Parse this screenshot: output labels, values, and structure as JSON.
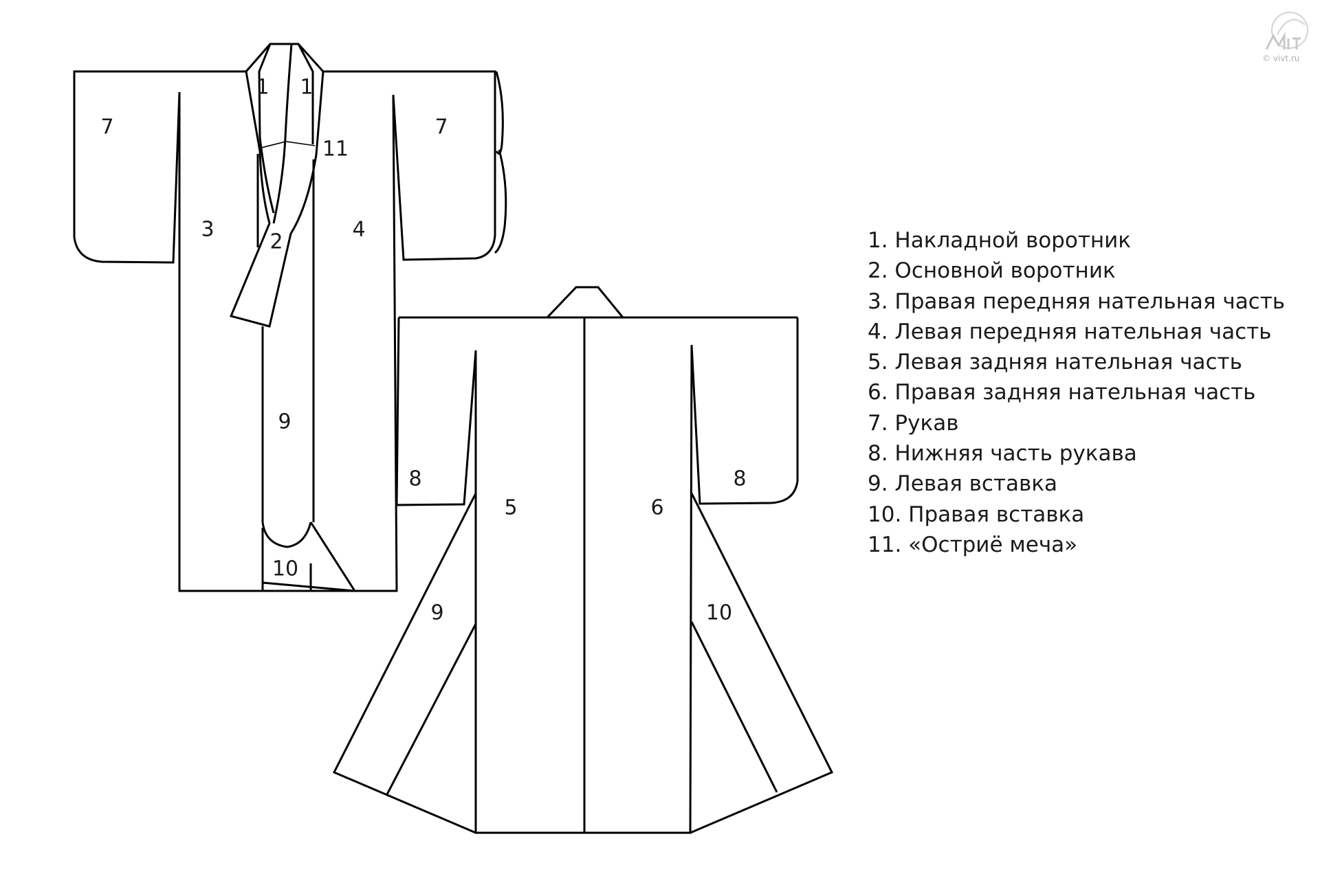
{
  "diagram": {
    "front": {
      "labels": {
        "sleeve_left": "7",
        "sleeve_right": "7",
        "collar_left": "1",
        "collar_right": "1",
        "sword_tip": "11",
        "right_front": "3",
        "main_collar": "2",
        "left_front": "4",
        "left_insert": "9",
        "right_insert": "10"
      }
    },
    "back": {
      "labels": {
        "left_back": "5",
        "right_back": "6",
        "sleeve_bottom_left": "8",
        "sleeve_bottom_right": "8",
        "left_insert": "9",
        "right_insert": "10"
      }
    }
  },
  "legend": {
    "items": [
      "1. Накладной воротник",
      "2. Основной воротник",
      "3. Правая передняя нательная часть",
      "4. Левая передняя нательная часть",
      "5. Левая задняя нательная часть",
      "6. Правая задняя нательная часть",
      "7. Рукав",
      "8. Нижняя часть рукава",
      "9. Левая вставка",
      "10. Правая вставка",
      "11. «Остриё меча»"
    ]
  },
  "watermark": {
    "text": "© vivt.ru"
  },
  "colors": {
    "line": "#000000",
    "text": "#1a1a1a",
    "watermark": "#b0b0b0"
  }
}
